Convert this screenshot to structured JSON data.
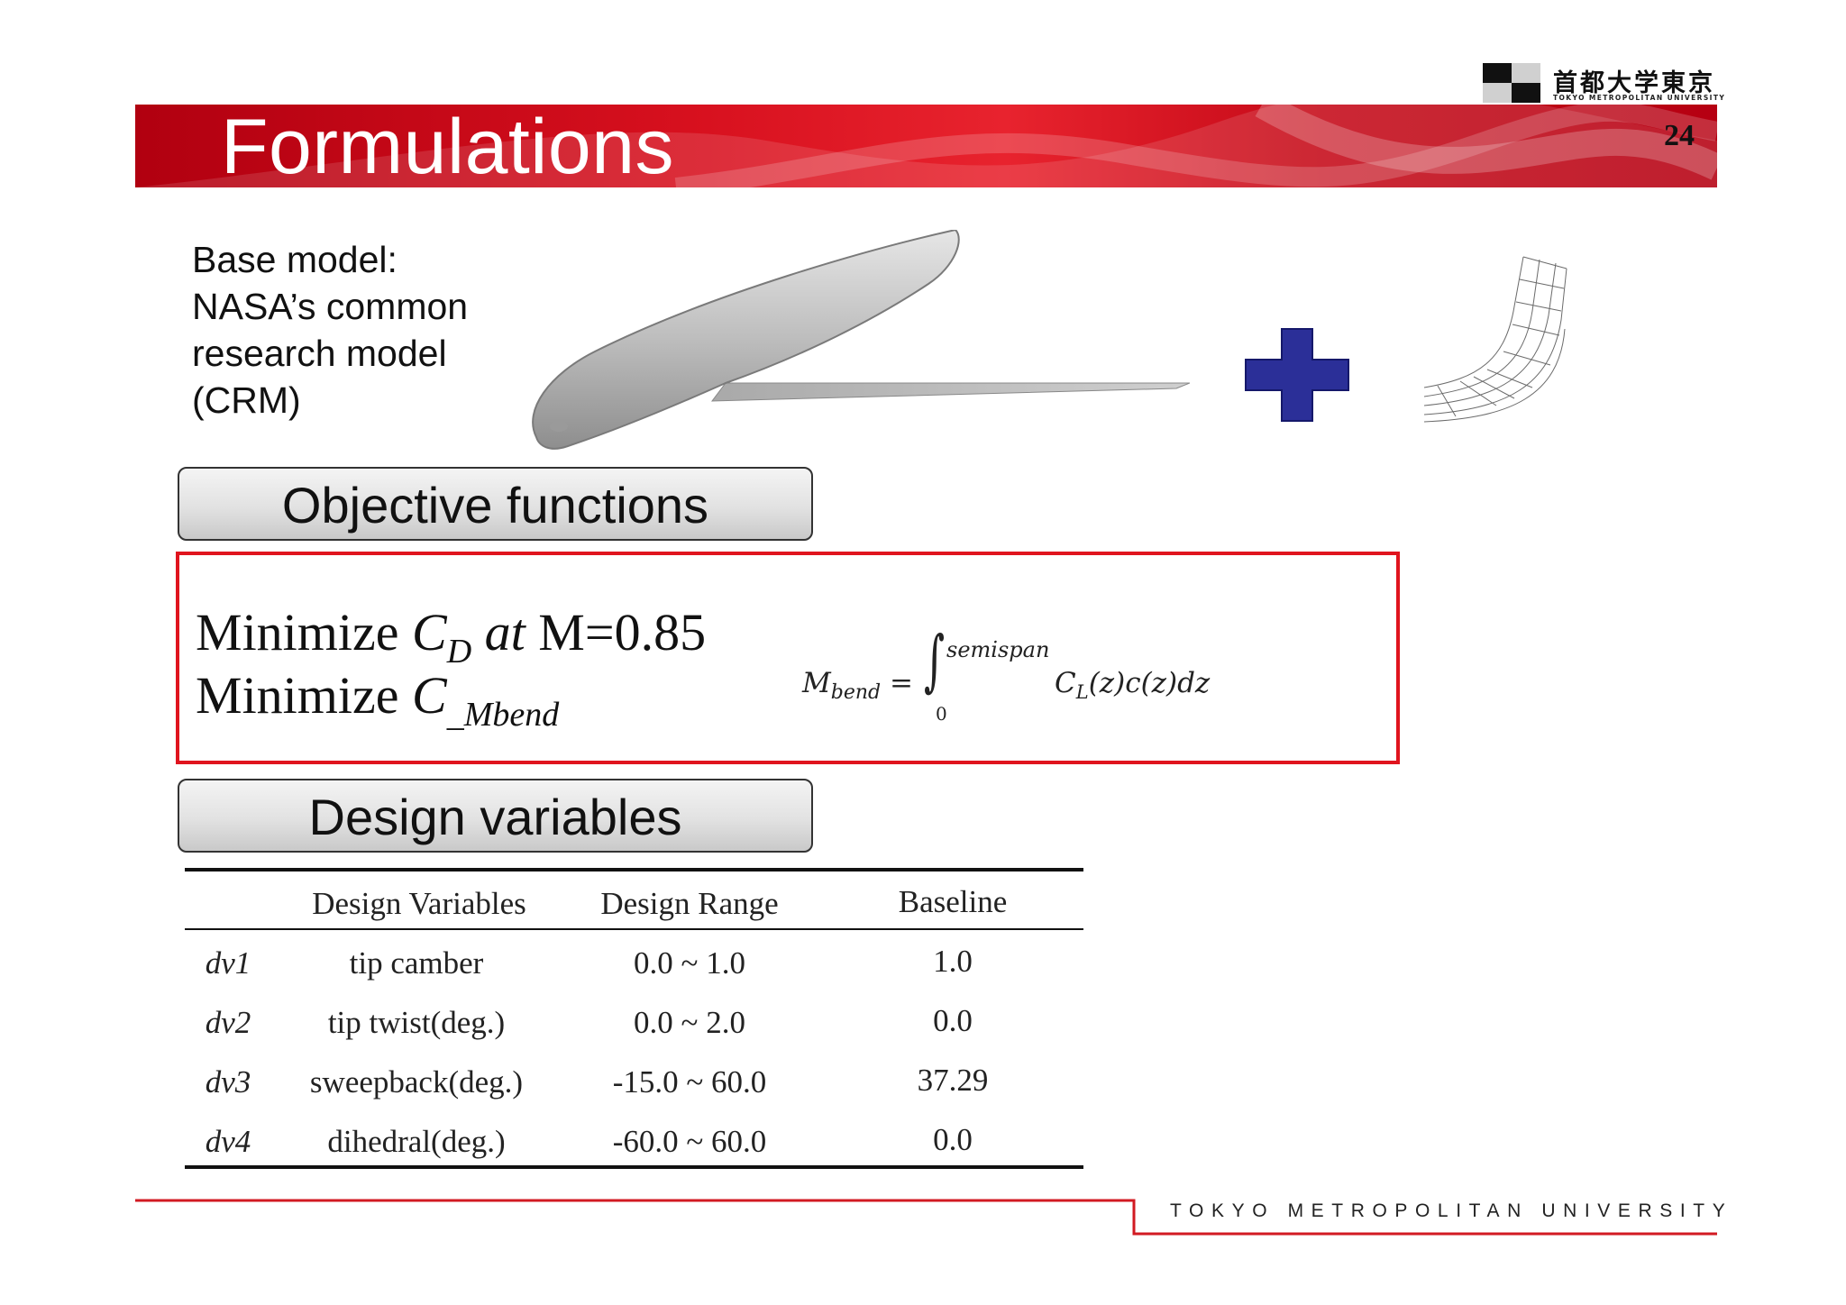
{
  "header": {
    "title": "Formulations",
    "page_number": "24",
    "logo_japanese": "首都大学東京",
    "logo_english": "TOKYO METROPOLITAN UNIVERSITY"
  },
  "base_model": {
    "lines": [
      "Base model:",
      "NASA’s common",
      "research model",
      "(CRM)"
    ]
  },
  "objective": {
    "header": "Objective functions",
    "line1_prefix": "Minimize ",
    "line1_var": "C",
    "line1_sub": "D",
    "line1_mid": " at",
    "line1_suffix": " M=0.85",
    "line2_prefix": "Minimize ",
    "line2_var": "C",
    "line2_sub": "_Mbend",
    "formula": {
      "lhs": "M",
      "lhs_sub": "bend",
      "equals": " =",
      "integral": "∫",
      "upper": "semispan",
      "lower": "0",
      "rhs_c": "C",
      "rhs_sub": "L",
      "rhs_rest": "(z)c(z)dz"
    }
  },
  "design": {
    "header": "Design variables",
    "columns": [
      "Design Variables",
      "Design Range",
      "Baseline"
    ],
    "rows": [
      {
        "id": "dv1",
        "name": "tip camber",
        "range": "0.0 ~ 1.0",
        "baseline": "1.0"
      },
      {
        "id": "dv2",
        "name": "tip twist(deg.)",
        "range": "0.0 ~ 2.0",
        "baseline": "0.0"
      },
      {
        "id": "dv3",
        "name": "sweepback(deg.)",
        "range": "-15.0 ~ 60.0",
        "baseline": "37.29"
      },
      {
        "id": "dv4",
        "name": "dihedral(deg.)",
        "range": "-60.0 ~ 60.0",
        "baseline": "0.0"
      }
    ]
  },
  "footer": {
    "text": "TOKYO METROPOLITAN UNIVERSITY"
  },
  "colors": {
    "banner_red": "#d7101e",
    "box_border": "#e0141e",
    "plus_blue": "#2b2f98"
  },
  "icons": [
    "aircraft-icon",
    "plus-icon",
    "wing-mesh-icon",
    "university-logo-icon"
  ]
}
